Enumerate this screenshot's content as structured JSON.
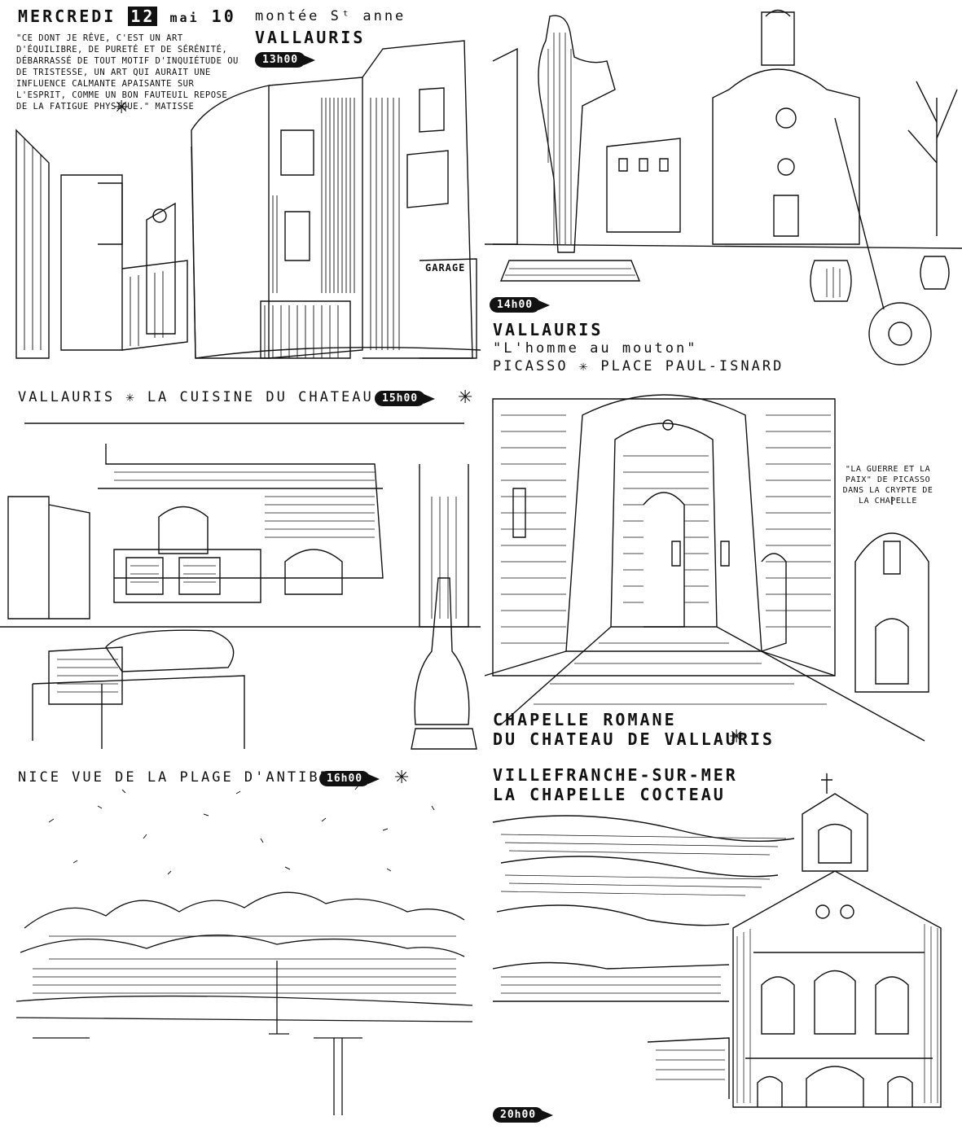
{
  "page1": {
    "date_parts": [
      "MERCREDI",
      "12",
      "mai",
      "10"
    ],
    "location_line1": "montée Sᵗ anne",
    "location_line2": "VALLAURIS",
    "time": "13h00",
    "quote": "\"CE DONT JE RÊVE, C'EST UN ART D'ÉQUILIBRE, DE PURETÉ ET DE SÉRÉNITÉ, DÉBARRASSÉ DE TOUT MOTIF D'INQUIÉTUDE OU DE TRISTESSE, UN ART QUI AURAIT UNE INFLUENCE CALMANTE APAISANTE SUR L'ESPRIT, COMME UN BON FAUTEUIL REPOSE DE LA FATIGUE PHYSIQUE.\" MATISSE",
    "garage_sign": "GARAGE"
  },
  "page2": {
    "time": "14h00",
    "line1": "VALLAURIS",
    "line2": "\"L'homme au mouton\"",
    "line3": "PICASSO ✳ PLACE PAUL-ISNARD"
  },
  "page3": {
    "caption": "VALLAURIS ✳ LA CUISINE DU CHATEAU",
    "time": "15h00"
  },
  "page4": {
    "note": "\"LA GUERRE ET LA PAIX\" DE PICASSO DANS LA CRYPTE DE LA CHAPELLE",
    "caption_line1": "CHAPELLE ROMANE",
    "caption_line2": "DU CHATEAU DE VALLAURIS"
  },
  "page5": {
    "caption": "NICE VUE DE LA PLAGE D'ANTIBES",
    "time": "16h00"
  },
  "page6": {
    "line1": "VILLEFRANCHE-SUR-MER",
    "line2": "LA CHAPELLE COCTEAU",
    "time": "20h00"
  }
}
